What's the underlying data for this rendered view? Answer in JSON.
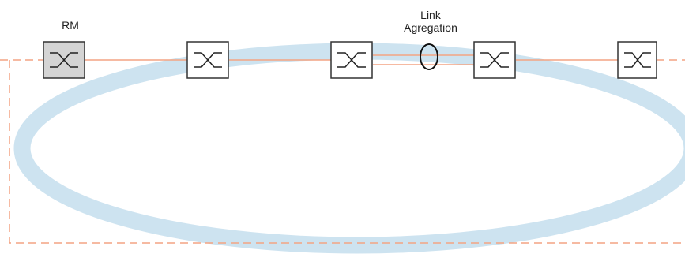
{
  "labels": {
    "rm": "RM",
    "link_aggregation_line1": "Link",
    "link_aggregation_line2": "Agregation"
  },
  "devices": [
    {
      "id": "switch-1",
      "role": "ring-manager",
      "icon": "switch-icon"
    },
    {
      "id": "switch-2",
      "role": "switch",
      "icon": "switch-icon"
    },
    {
      "id": "switch-3",
      "role": "switch",
      "icon": "switch-icon"
    },
    {
      "id": "switch-4",
      "role": "switch",
      "icon": "switch-icon"
    },
    {
      "id": "switch-5",
      "role": "switch",
      "icon": "switch-icon"
    }
  ],
  "colors": {
    "ring": "#cde3f0",
    "link": "#f4a483",
    "redundant_link": "#f4a483",
    "switch_border": "#333333",
    "switch_fill": "#ffffff",
    "rm_fill": "#d4d4d4",
    "text": "#222222"
  }
}
